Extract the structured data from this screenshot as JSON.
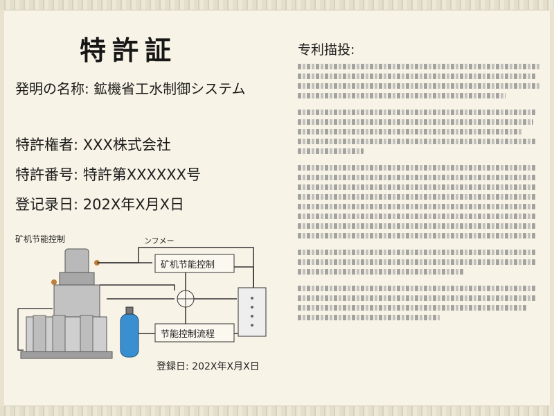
{
  "certificate": {
    "title": "特許証",
    "invention_name": "発明の名称: 鉱機省工水制御システム",
    "patentee": "特許権者: XXX株式会社",
    "patent_number": "特許番号: 特許第XXXXXX号",
    "registration_date": "登记录日: 202X年X月X日"
  },
  "abstract": {
    "title": "专利描投:"
  },
  "diagram": {
    "label_top_left": "矿机节能控制",
    "label_signal": "ンフメー",
    "box_top": "矿机节能控制",
    "box_bottom": "节能控制流程",
    "register_date": "登録日: 202X年X月X日",
    "colors": {
      "tank": "#3a8fd0",
      "pipe": "#333333",
      "valve": "#c0803c"
    }
  }
}
